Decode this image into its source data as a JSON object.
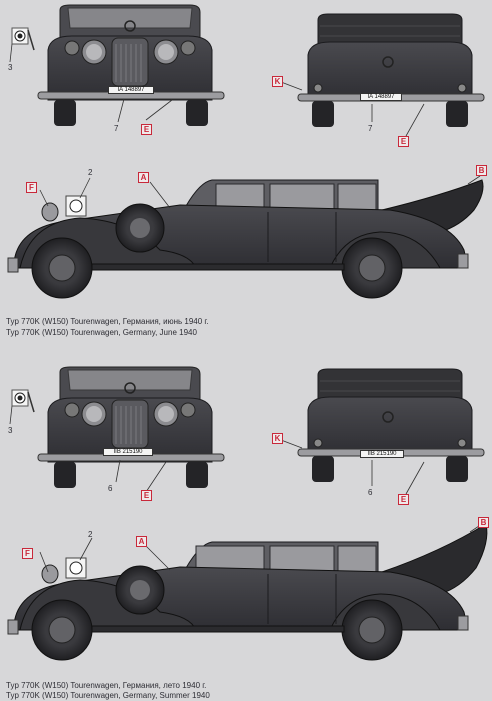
{
  "captions": {
    "variant1_ru": "Typ 770K (W150) Tourenwagen, Германия, июнь 1940 г.",
    "variant1_en": "Typ 770K (W150) Tourenwagen, Germany, June 1940",
    "variant2_ru": "Typ 770K (W150) Tourenwagen, Германия, лето 1940 г.",
    "variant2_en": "Typ 770K (W150) Tourenwagen, Germany, Summer 1940"
  },
  "plates": {
    "variant1": "IA 148897",
    "variant2": "IIB 215190"
  },
  "callouts": {
    "A": "A",
    "B": "B",
    "E": "E",
    "F": "F",
    "K": "K",
    "n2": "2",
    "n3": "3",
    "n6": "6",
    "n7": "7"
  },
  "colors": {
    "paper": "#d7d7d9",
    "vehicle": "#3a3a3e",
    "callout_red": "#c8283a"
  }
}
